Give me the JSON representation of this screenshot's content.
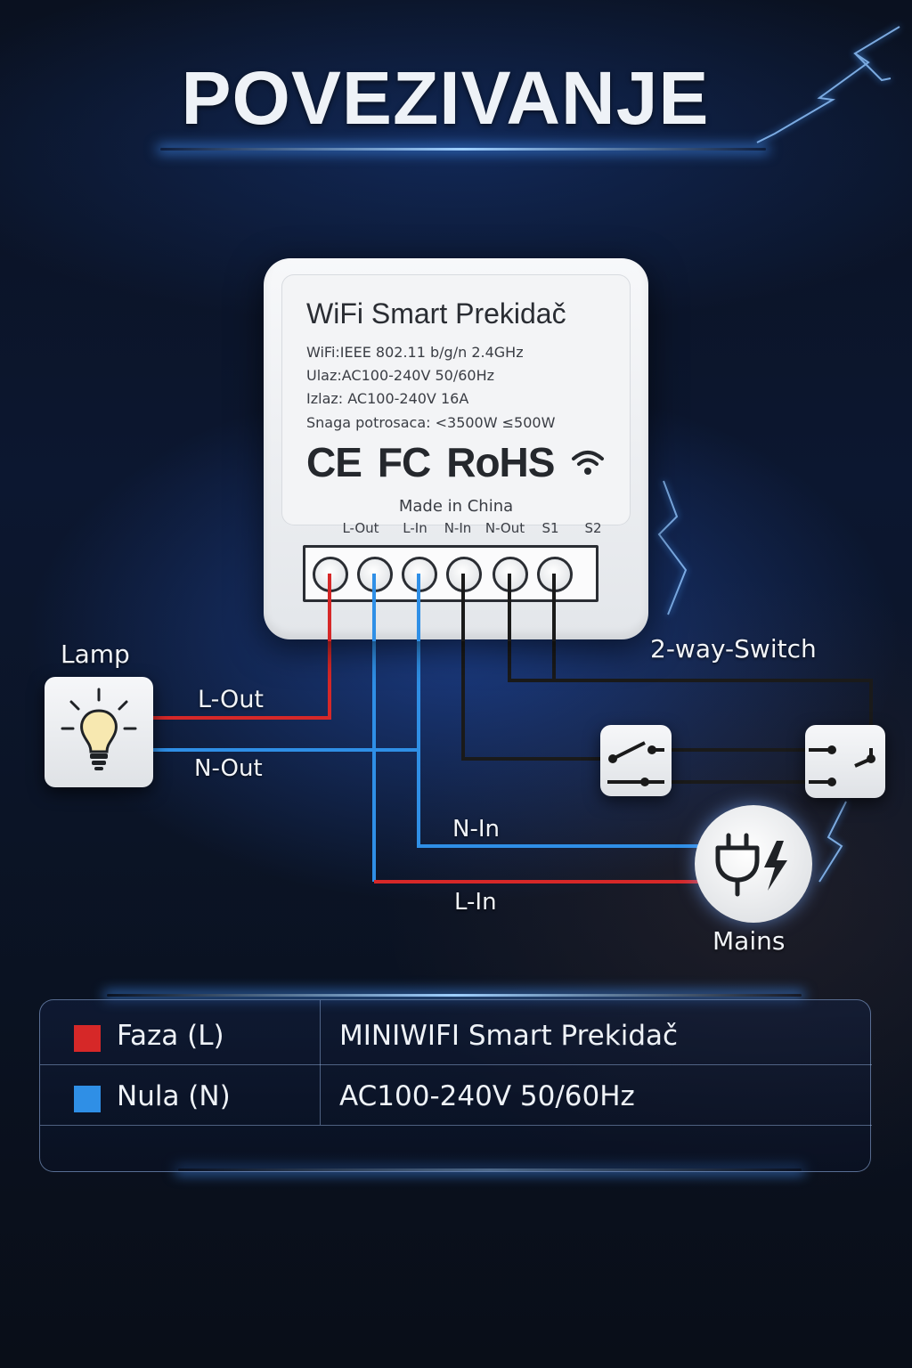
{
  "title": "POVEZIVANJE",
  "device": {
    "name": "WiFi Smart Prekidač",
    "specs": [
      "WiFi:IEEE 802.11 b/g/n 2.4GHz",
      "Ulaz:AC100-240V 50/60Hz",
      "Izlaz: AC100-240V 16A",
      "Snaga potrosaca: <3500W   ≤500W"
    ],
    "certifications": [
      "CE",
      "FC",
      "RoHS"
    ],
    "wifi_icon": "wifi-icon",
    "made_in": "Made in China",
    "terminals": [
      "L-Out",
      "L-In",
      "N-In",
      "N-Out",
      "S1",
      "S2"
    ]
  },
  "labels": {
    "lamp": "Lamp",
    "switch": "2-way-Switch",
    "mains": "Mains",
    "l_out": "L-Out",
    "n_out": "N-Out",
    "n_in": "N-In",
    "l_in": "L-In"
  },
  "icons": {
    "lamp": "lightbulb-icon",
    "switch": "two-way-switch-icon",
    "mains": "plug-lightning-icon"
  },
  "colors": {
    "phase": "#d62828",
    "neutral": "#2f8fe6",
    "switch_wire": "#1a1a1a"
  },
  "legend": [
    {
      "name": "Faza (L)",
      "color": "#d62828",
      "value": "MINIWIFI Smart Prekidač"
    },
    {
      "name": "Nula (N)",
      "color": "#2f8fe6",
      "value": "AC100-240V 50/60Hz"
    }
  ]
}
